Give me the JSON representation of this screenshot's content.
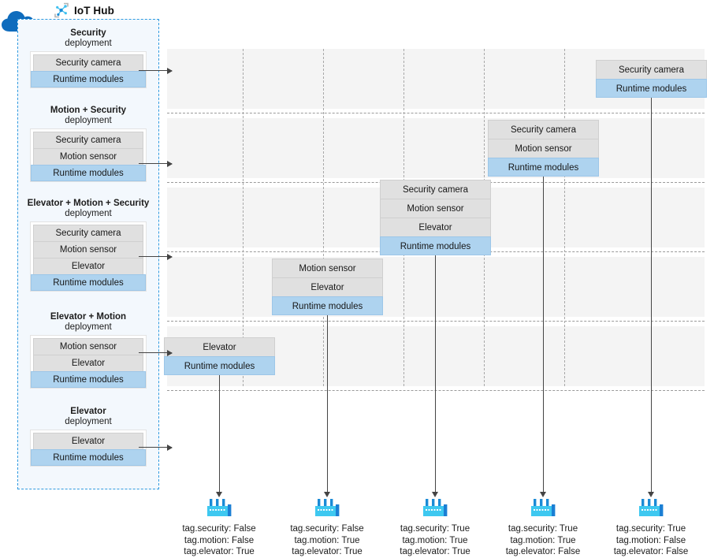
{
  "hub": {
    "title": "IoT Hub",
    "icon": "iot-hub-node-icon",
    "cloud_icon": "cloud-icon",
    "accent": "#2f9ae0",
    "panel_bg": "#f3f8fd"
  },
  "module_colors": {
    "module": "#e0e0e0",
    "runtime": "#aed3ef",
    "band": "#f4f4f4"
  },
  "labels": {
    "deployment_suffix": "deployment",
    "runtime_modules": "Runtime modules",
    "security_camera": "Security camera",
    "motion_sensor": "Motion sensor",
    "elevator": "Elevator"
  },
  "deployments": [
    {
      "name": "Security",
      "sub": "deployment",
      "modules": [
        "Security camera"
      ],
      "runtime": "Runtime modules"
    },
    {
      "name": "Motion + Security",
      "sub": "deployment",
      "modules": [
        "Security camera",
        "Motion sensor"
      ],
      "runtime": "Runtime modules"
    },
    {
      "name": "Elevator + Motion + Security",
      "sub": "deployment",
      "modules": [
        "Security camera",
        "Motion sensor",
        "Elevator"
      ],
      "runtime": "Runtime modules"
    },
    {
      "name": "Elevator + Motion",
      "sub": "deployment",
      "modules": [
        "Motion sensor",
        "Elevator"
      ],
      "runtime": "Runtime modules"
    },
    {
      "name": "Elevator",
      "sub": "deployment",
      "modules": [
        "Elevator"
      ],
      "runtime": "Runtime modules"
    }
  ],
  "targets": [
    {
      "row": 0,
      "column": 4,
      "modules": [
        "Security camera"
      ],
      "runtime": "Runtime modules"
    },
    {
      "row": 1,
      "column": 3,
      "modules": [
        "Security camera",
        "Motion sensor"
      ],
      "runtime": "Runtime modules"
    },
    {
      "row": 2,
      "column": 2,
      "modules": [
        "Security camera",
        "Motion sensor",
        "Elevator"
      ],
      "runtime": "Runtime modules"
    },
    {
      "row": 3,
      "column": 1,
      "modules": [
        "Motion sensor",
        "Elevator"
      ],
      "runtime": "Runtime modules"
    },
    {
      "row": 4,
      "column": 0,
      "modules": [
        "Elevator"
      ],
      "runtime": "Runtime modules"
    }
  ],
  "devices": [
    {
      "icon": "factory-icon",
      "tags": [
        "tag.security: False",
        "tag.motion: False",
        "tag.elevator: True"
      ]
    },
    {
      "icon": "factory-icon",
      "tags": [
        "tag.security: False",
        "tag.motion: True",
        "tag.elevator: True"
      ]
    },
    {
      "icon": "factory-icon",
      "tags": [
        "tag.security: True",
        "tag.motion: True",
        "tag.elevator: True"
      ]
    },
    {
      "icon": "factory-icon",
      "tags": [
        "tag.security: True",
        "tag.motion: True",
        "tag.elevator: False"
      ]
    },
    {
      "icon": "factory-icon",
      "tags": [
        "tag.security: True",
        "tag.motion: False",
        "tag.elevator: False"
      ]
    }
  ]
}
